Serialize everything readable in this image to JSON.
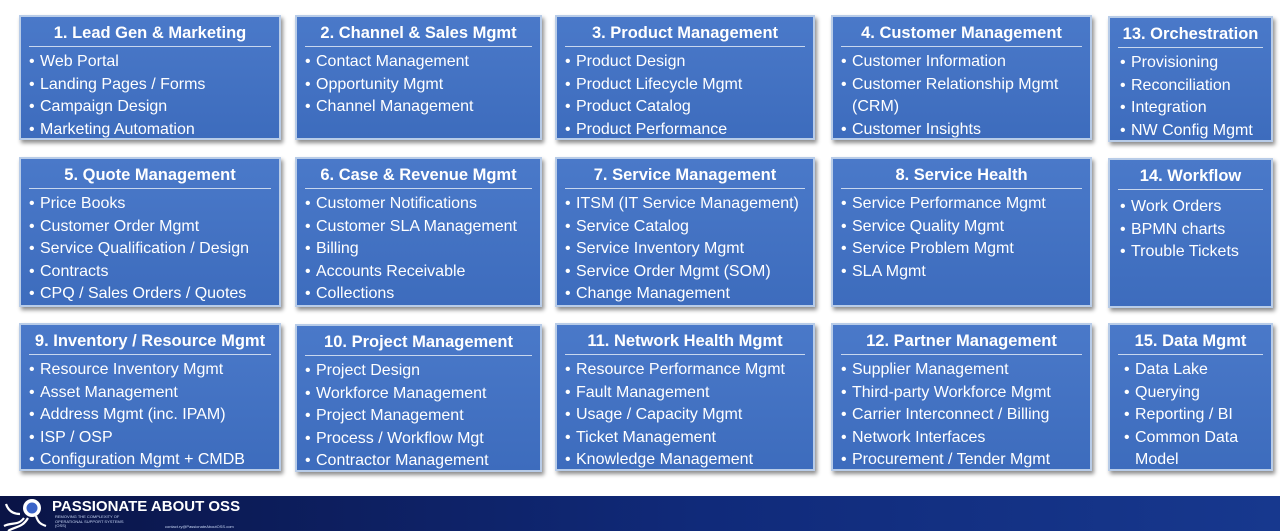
{
  "cards": [
    {
      "id": "c1",
      "title": "1. Lead Gen & Marketing",
      "items": [
        "Web Portal",
        "Landing Pages / Forms",
        "Campaign Design",
        "Marketing Automation"
      ]
    },
    {
      "id": "c2",
      "title": "2. Channel & Sales Mgmt",
      "items": [
        "Contact Management",
        "Opportunity Mgmt",
        "Channel Management"
      ]
    },
    {
      "id": "c3",
      "title": "3. Product Management",
      "items": [
        "Product Design",
        "Product Lifecycle Mgmt",
        "Product Catalog",
        "Product Performance"
      ]
    },
    {
      "id": "c4",
      "title": "4. Customer Management",
      "items": [
        "Customer Information",
        "Customer Relationship Mgmt (CRM)",
        "Customer Insights"
      ]
    },
    {
      "id": "c13",
      "title": "13. Orchestration",
      "items": [
        "Provisioning",
        "Reconciliation",
        "Integration",
        "NW Config Mgmt"
      ]
    },
    {
      "id": "c5",
      "title": "5. Quote Management",
      "items": [
        "Price Books",
        "Customer Order Mgmt",
        "Service Qualification / Design",
        "Contracts",
        "CPQ / Sales Orders / Quotes"
      ]
    },
    {
      "id": "c6",
      "title": "6. Case & Revenue Mgmt",
      "items": [
        "Customer Notifications",
        "Customer SLA Management",
        "Billing",
        "Accounts Receivable",
        "Collections"
      ]
    },
    {
      "id": "c7",
      "title": "7. Service Management",
      "items": [
        "ITSM (IT Service Management)",
        "Service Catalog",
        "Service Inventory Mgmt",
        "Service Order Mgmt (SOM)",
        "Change Management"
      ]
    },
    {
      "id": "c8",
      "title": "8. Service Health",
      "items": [
        "Service Performance Mgmt",
        "Service Quality Mgmt",
        "Service Problem Mgmt",
        "SLA Mgmt"
      ]
    },
    {
      "id": "c14",
      "title": "14. Workflow",
      "items": [
        "Work Orders",
        "BPMN charts",
        "Trouble Tickets"
      ]
    },
    {
      "id": "c9",
      "title": "9. Inventory / Resource Mgmt",
      "items": [
        "Resource Inventory Mgmt",
        "Asset Management",
        "Address Mgmt (inc. IPAM)",
        "ISP / OSP",
        "Configuration Mgmt + CMDB"
      ]
    },
    {
      "id": "c10",
      "title": "10. Project Management",
      "items": [
        "Project Design",
        "Workforce Management",
        "Project Management",
        "Process / Workflow Mgt",
        "Contractor Management"
      ]
    },
    {
      "id": "c11",
      "title": "11. Network Health Mgmt",
      "items": [
        "Resource Performance Mgmt",
        "Fault Management",
        "Usage / Capacity Mgmt",
        "Ticket Management",
        "Knowledge Management"
      ]
    },
    {
      "id": "c12",
      "title": "12. Partner Management",
      "items": [
        "Supplier Management",
        "Third-party Workforce Mgmt",
        "Carrier Interconnect / Billing",
        "Network Interfaces",
        "Procurement / Tender Mgmt"
      ]
    },
    {
      "id": "c15",
      "title": "15. Data Mgmt",
      "items": [
        "Data Lake",
        "Querying",
        "Reporting / BI",
        "Common Data Model"
      ]
    }
  ],
  "footer": {
    "brand": "PASSIONATE ABOUT OSS",
    "tagline": "REMOVING THE COMPLEXITY OF OPERATIONAL SUPPORT SYSTEMS (OSS)",
    "contact": "contact.ry@PassionateAboutOSS.com",
    "background": "#0f2470"
  },
  "colors": {
    "card": "#4472c4",
    "card_border": "#b8cce8",
    "text": "#ffffff"
  }
}
